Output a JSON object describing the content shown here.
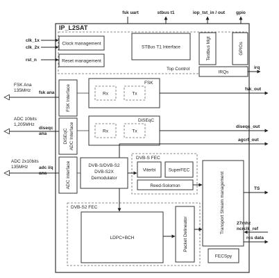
{
  "top_signals": {
    "fsk_uart": "fsk uart",
    "stbus_t1": "stbus t1",
    "iop_tst": "iop_tst_in / out",
    "gpio": "gpio"
  },
  "main": {
    "title": "IP_L2SAT",
    "top_control": "Top Control"
  },
  "left_inputs": {
    "clk_1x": "clk_1x",
    "clk_2x": "clk_2x",
    "rst_n": "rst_n",
    "fsk_ana_line1": "FSK Ana",
    "fsk_ana_line2": "135MHz",
    "fsk_ana_port": "fsk ana",
    "adc10_line1": "ADC 10bits",
    "adc10_line2": "1,205MHz",
    "disecq_port_line1": "diseqc",
    "disecq_port_line2": "ana",
    "adc2x_line1": "ADC 2x10bits",
    "adc2x_line2": "135MHz",
    "adc_iq_line1": "adc i/q",
    "adc_iq_line2": "ana"
  },
  "blocks": {
    "clock_management": "Clock management",
    "reset_management": "Reset management",
    "stbus_t1_interface": "STBus T1 Interface",
    "testbus_mgt": "Testbus Mgt",
    "gpios": "GPIOs",
    "irqs": "IRQs",
    "fsk_interface": "FSK Interface",
    "fsk_block": "FSK",
    "fsk_rx": "Rx",
    "fsk_tx": "Tx",
    "diseqc_adc_interface": "DiSEqC ADC Interface",
    "diseqc_block": "DiSEqC",
    "diseqc_rx": "Rx",
    "diseqc_tx": "Tx",
    "adc_interface": "ADC Interface",
    "demod_line1": "DVB-S/DVB-S2",
    "demod_line2": "DVB-S2X",
    "demod_line3": "Demodulator",
    "dvbs_fec": "DVB-S FEC",
    "viterbi": "Viterbi",
    "superfec": "SuperFEC",
    "reed_solomon": "Reed-Solomon",
    "dvbs2_fec": "DVB-S2 FEC",
    "ldpc_bch": "LDPC+BCH",
    "packet_delineator": "Packet Delineator",
    "transport_stream_mgmt": "Transport Stream management",
    "fecspy": "FECSpy"
  },
  "right_outputs": {
    "irq": "irq",
    "fsk_out": "fsk_out",
    "diseqc_out": "diseqc_out",
    "agcrf_out": "agcrf_out",
    "ts": "TS",
    "clk27_line1": "27mhz",
    "clk27_line2": "ncrclk_ref",
    "rcs_data": "rcs data"
  }
}
